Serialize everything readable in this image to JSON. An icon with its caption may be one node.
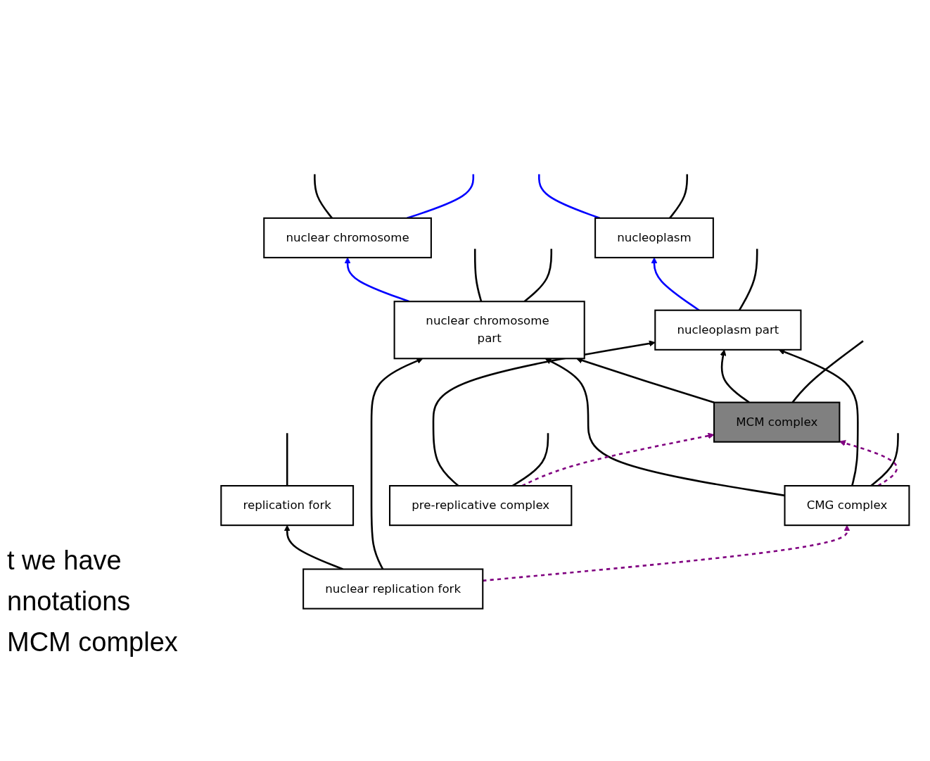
{
  "diagram": {
    "nodes": [
      {
        "text": [
          "replication fork"
        ]
      },
      {
        "text": [
          "nuclear chromosome"
        ]
      },
      {
        "text": [
          "nucleoplasm"
        ]
      },
      {
        "text": [
          "nuclear chromosome part"
        ]
      },
      {
        "text": [
          "nucleoplasm part"
        ]
      },
      {
        "text": [
          "nuclear replication fork"
        ]
      },
      {
        "text": [
          "CMG complex"
        ]
      },
      {
        "text": [
          "pre-replicative complex"
        ]
      },
      {
        "text": [
          "MCM complex"
        ]
      }
    ],
    "edges": [
      {
        "from": 0,
        "to": null,
        "arrow": "none"
      },
      {
        "from": 1,
        "to": null,
        "arrow": "none"
      },
      {
        "from": 1,
        "to": null,
        "arrow": "none",
        "color": "#0000ff"
      },
      {
        "from": 2,
        "to": null,
        "arrow": "none",
        "color": "#0000ff"
      },
      {
        "from": 2,
        "to": null,
        "arrow": "none"
      },
      {
        "from": 3,
        "to": 1,
        "arrow": "to",
        "color": "#0000ff"
      },
      {
        "from": 3,
        "to": null,
        "arrow": "none"
      },
      {
        "from": 3,
        "to": null,
        "arrow": "none"
      },
      {
        "from": 4,
        "to": 2,
        "arrow": "to",
        "color": "#0000ff"
      },
      {
        "from": 4,
        "to": null,
        "arrow": "none"
      },
      {
        "from": 5,
        "to": 0,
        "arrow": "to"
      },
      {
        "from": 5,
        "to": 3,
        "arrow": "to"
      },
      {
        "from": 5,
        "to": 6,
        "arrow": "to",
        "style": "dashed",
        "color": "#800080"
      },
      {
        "from": 6,
        "to": 3,
        "arrow": "to"
      },
      {
        "from": 6,
        "to": 4,
        "arrow": "to"
      },
      {
        "from": 6,
        "to": null,
        "arrow": "none"
      },
      {
        "from": 7,
        "to": 4,
        "arrow": "to"
      },
      {
        "from": 7,
        "to": null,
        "arrow": "none"
      },
      {
        "from": 8,
        "to": 3,
        "arrow": "to"
      },
      {
        "from": 8,
        "to": 4,
        "arrow": "to"
      },
      {
        "from": 8,
        "to": null,
        "arrow": "none"
      },
      {
        "from": 6,
        "to": 8,
        "arrow": "to",
        "style": "dashed",
        "color": "#800080"
      },
      {
        "from": 7,
        "to": 8,
        "arrow": "to",
        "style": "dashed",
        "color": "#800080"
      }
    ],
    "labels": [
      "t we have",
      "nnotations",
      "MCM complex"
    ]
  }
}
